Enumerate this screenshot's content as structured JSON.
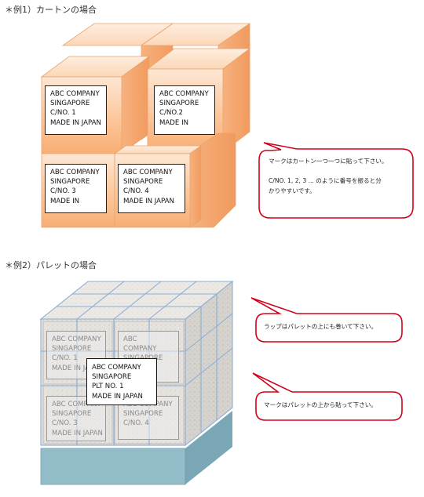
{
  "example1": {
    "heading": "＊例1）カートンの場合",
    "labels": [
      {
        "lines": [
          "ABC COMPANY",
          "SINGAPORE",
          "C/NO. 1",
          "MADE IN JAPAN"
        ]
      },
      {
        "lines": [
          "ABC COMPANY",
          "SINGAPORE",
          "C/NO.2",
          "MADE IN"
        ]
      },
      {
        "lines": [
          "ABC COMPANY",
          "SINGAPORE",
          "C/NO. 3",
          "MADE IN"
        ]
      },
      {
        "lines": [
          "ABC COMPANY",
          "SINGAPORE",
          "C/NO. 4",
          "MADE IN JAPAN"
        ]
      }
    ],
    "callout": {
      "line1": "マークはカートン一つ一つに貼って下さい。",
      "line2": "C/NO. 1, 2, 3 ... のように番号を振ると分",
      "line3": "かりやすいです。"
    }
  },
  "example2": {
    "heading": "＊例2）パレットの場合",
    "ghost_labels": [
      {
        "lines": [
          "ABC COMPANY",
          "SINGAPORE",
          "C/NO. 1",
          "MADE IN JAPAN"
        ]
      },
      {
        "lines": [
          "ABC",
          "COMPANY",
          "SINGAPORE",
          "C/NO.2",
          "MADE IN"
        ]
      },
      {
        "lines": [
          "ABC COMPANY",
          "SINGAPORE",
          "C/NO. 3",
          "MADE IN JAPAN"
        ]
      },
      {
        "lines": [
          "ABC COMPANY",
          "SINGAPORE",
          "C/NO. 4"
        ]
      }
    ],
    "pallet_label": {
      "lines": [
        "ABC COMPANY",
        "SINGAPORE",
        "PLT NO.  1",
        "MADE IN JAPAN"
      ]
    },
    "callout_wrap": "ラップはパレットの上にも巻いて下さい。",
    "callout_mark": "マークはパレットの上から貼って下さい。"
  },
  "colors": {
    "carton_front": "#fcc79c",
    "carton_top": "#fde3cb",
    "carton_side": "#f6ad79",
    "callout_border": "#d0021b",
    "wrap_blue": "#8aaed6",
    "pallet_base": "#8ab8c4"
  }
}
